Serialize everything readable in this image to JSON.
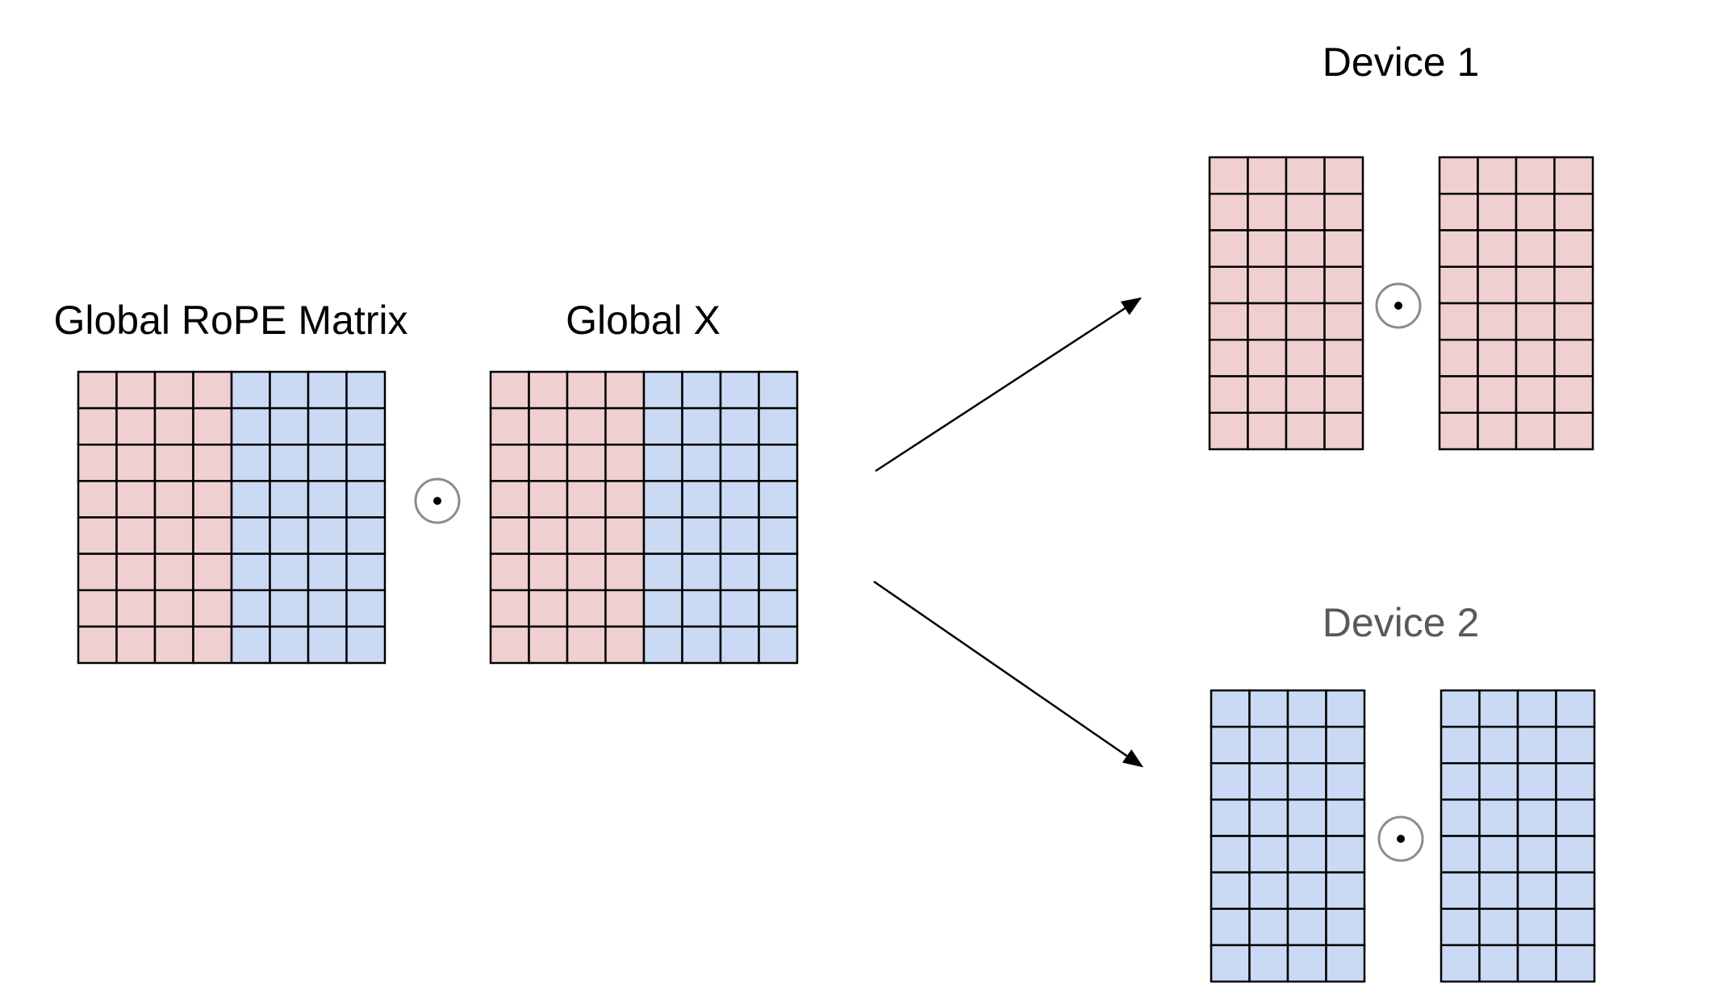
{
  "labels": {
    "global_rope": "Global RoPE Matrix",
    "global_x": "Global X",
    "device1": "Device 1",
    "device2": "Device 2"
  },
  "operator_symbol": "hadamard-product (circled dot)",
  "colors": {
    "pink": "#efcfd0",
    "blue": "#cad9f4",
    "grid_line": "#000000",
    "circle_stroke": "#8c8c8c",
    "device2_label": "#595959"
  },
  "matrices": {
    "global_rope": {
      "rows": 8,
      "cols": 8,
      "pink_cols": 4,
      "blue_cols": 4
    },
    "global_x": {
      "rows": 8,
      "cols": 8,
      "pink_cols": 4,
      "blue_cols": 4
    },
    "device1_left": {
      "rows": 8,
      "cols": 4,
      "color": "pink"
    },
    "device1_right": {
      "rows": 8,
      "cols": 4,
      "color": "pink"
    },
    "device2_left": {
      "rows": 8,
      "cols": 4,
      "color": "blue"
    },
    "device2_right": {
      "rows": 8,
      "cols": 4,
      "color": "blue"
    }
  }
}
